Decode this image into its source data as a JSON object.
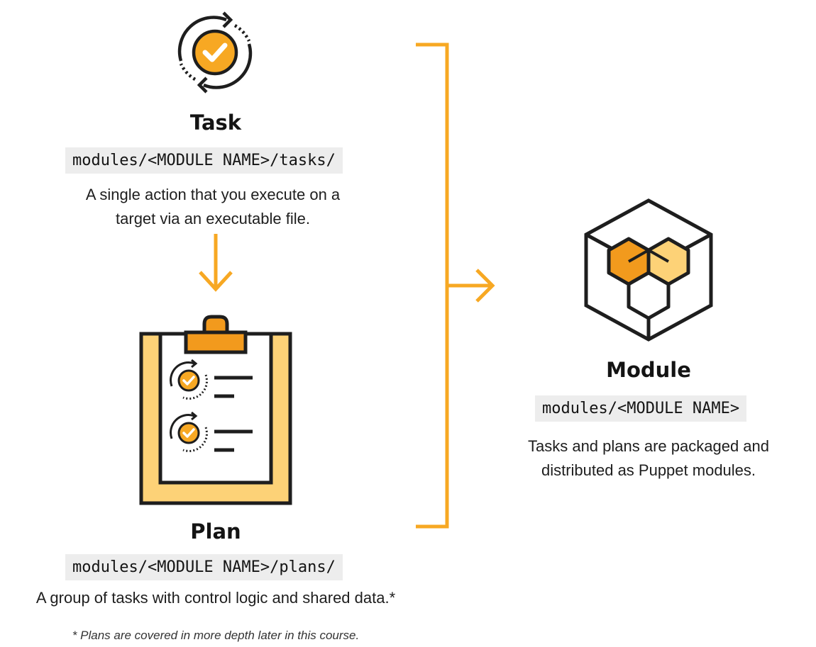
{
  "task": {
    "title": "Task",
    "path": "modules/<MODULE NAME>/tasks/",
    "description_line1": "A single action that you execute on a",
    "description_line2": "target via an executable file.",
    "icon": "task-cycle-check-icon"
  },
  "plan": {
    "title": "Plan",
    "path": "modules/<MODULE NAME>/plans/",
    "description": "A group of tasks with control logic and shared data.*",
    "icon": "clipboard-icon"
  },
  "module": {
    "title": "Module",
    "path": "modules/<MODULE NAME>",
    "description_line1": "Tasks and plans are packaged and",
    "description_line2": "distributed as Puppet modules.",
    "icon": "cube-icon"
  },
  "footnote": "* Plans are covered in more depth later in this course.",
  "colors": {
    "accent": "#f7a823",
    "accent_dark": "#f29a1d",
    "accent_light": "#fdd277",
    "ink": "#1e1e1e",
    "code_bg": "#ededed"
  }
}
